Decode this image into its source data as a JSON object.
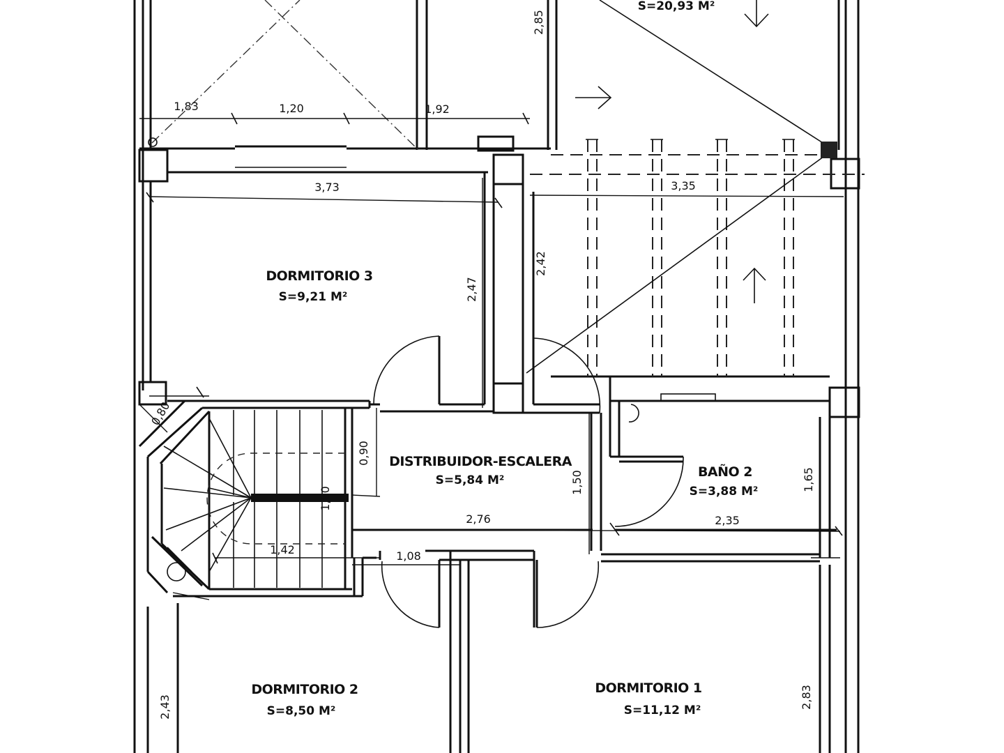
{
  "rooms": {
    "terrace": {
      "area": "S=20,93 M²"
    },
    "dormitorio3": {
      "name": "DORMITORIO 3",
      "area": "S=9,21 M²"
    },
    "distribuidor": {
      "name": "DISTRIBUIDOR-ESCALERA",
      "area": "S=5,84 M²"
    },
    "bano2": {
      "name": "BAÑO 2",
      "area": "S=3,88 M²"
    },
    "dormitorio2": {
      "name": "DORMITORIO 2",
      "area": "S=8,50 M²"
    },
    "dormitorio1": {
      "name": "DORMITORIO 1",
      "area": "S=11,12 M²"
    }
  },
  "dimensions": {
    "d_183": "1,83",
    "d_120": "1,20",
    "d_192": "1,92",
    "d_285": "2,85",
    "d_373": "3,73",
    "d_335": "3,35",
    "d_247": "2,47",
    "d_242": "2,42",
    "d_080": "0,80",
    "d_090": "0,90",
    "d_150": "1,50",
    "d_165": "1,65",
    "d_276": "2,76",
    "d_235": "2,35",
    "d_142": "1,42",
    "d_108": "1,08",
    "d_180": "1,80",
    "d_243": "2,43",
    "d_283": "2,83"
  }
}
